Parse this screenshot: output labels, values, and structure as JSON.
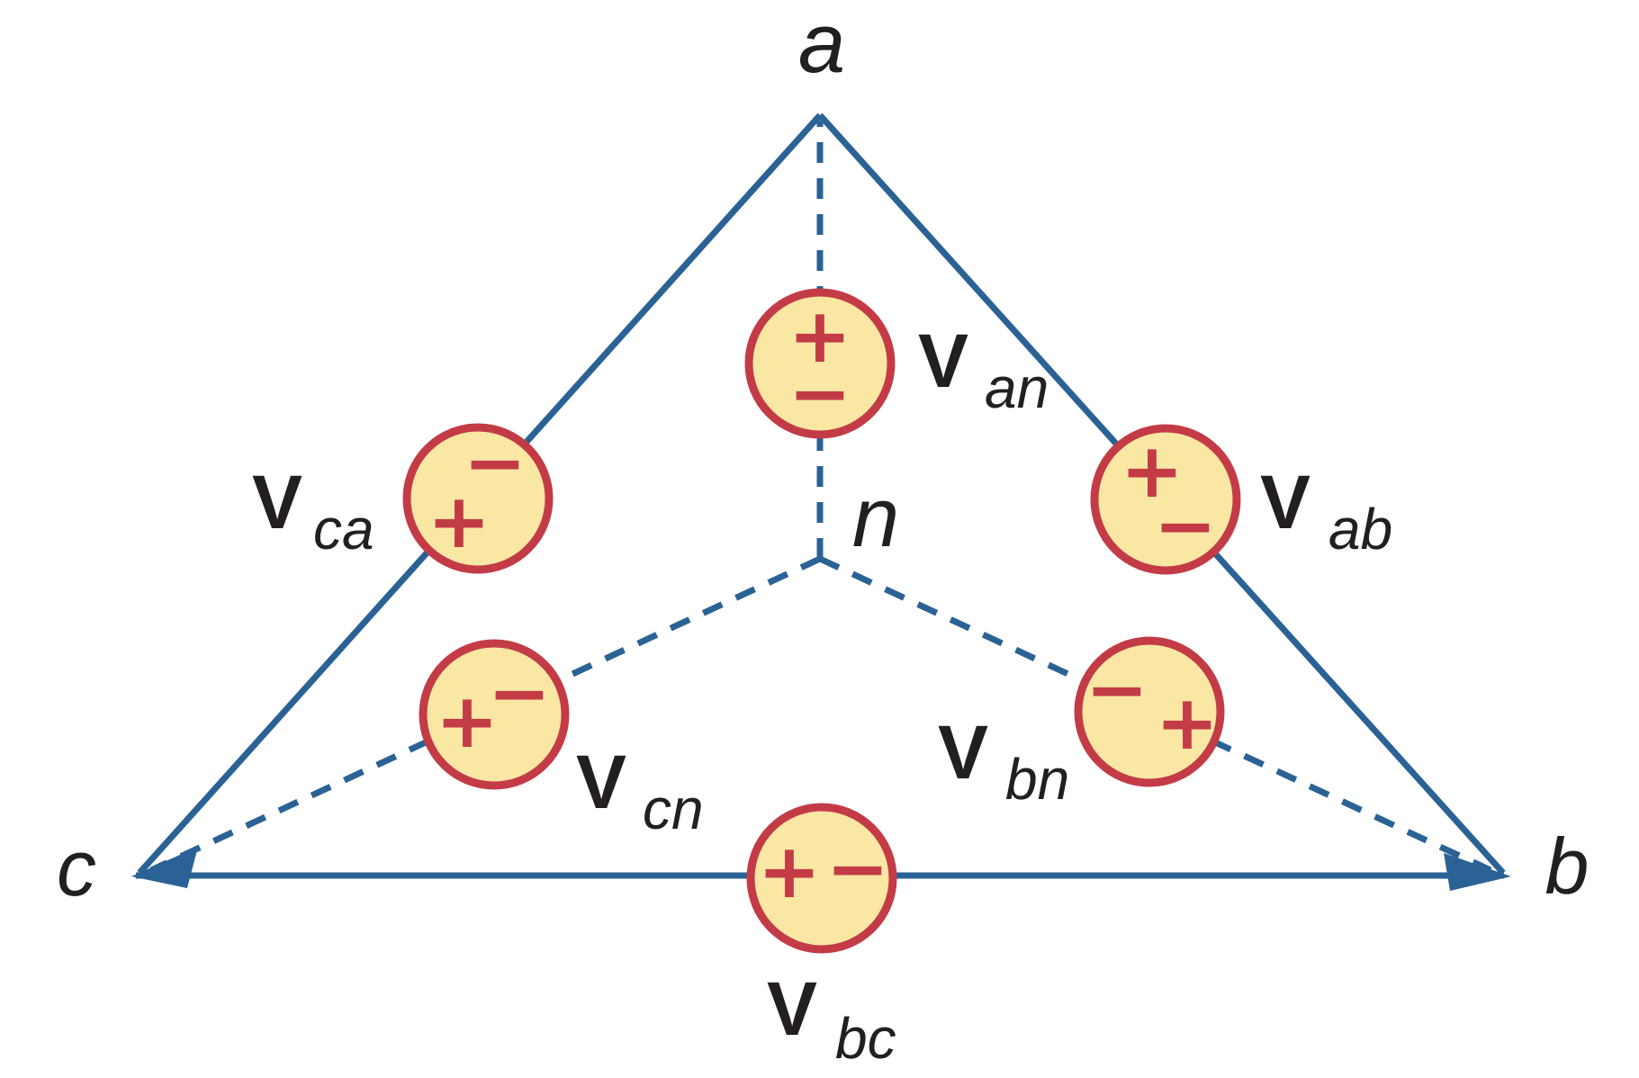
{
  "nodes": {
    "vertex_a": "a",
    "vertex_b": "b",
    "vertex_c": "c",
    "neutral_n": "n"
  },
  "sources": [
    {
      "symbol": "V",
      "subscript": "an"
    },
    {
      "symbol": "V",
      "subscript": "ab"
    },
    {
      "symbol": "V",
      "subscript": "ca"
    },
    {
      "symbol": "V",
      "subscript": "bc"
    },
    {
      "symbol": "V",
      "subscript": "cn"
    },
    {
      "symbol": "V",
      "subscript": "bn"
    }
  ],
  "signs": {
    "plus": "+",
    "minus": "−"
  },
  "colors": {
    "line_blue": "#2B6295",
    "source_red": "#C33B46",
    "source_fill": "#FBE7A4",
    "text_black": "#231F20",
    "background": "#FFFFFF"
  }
}
